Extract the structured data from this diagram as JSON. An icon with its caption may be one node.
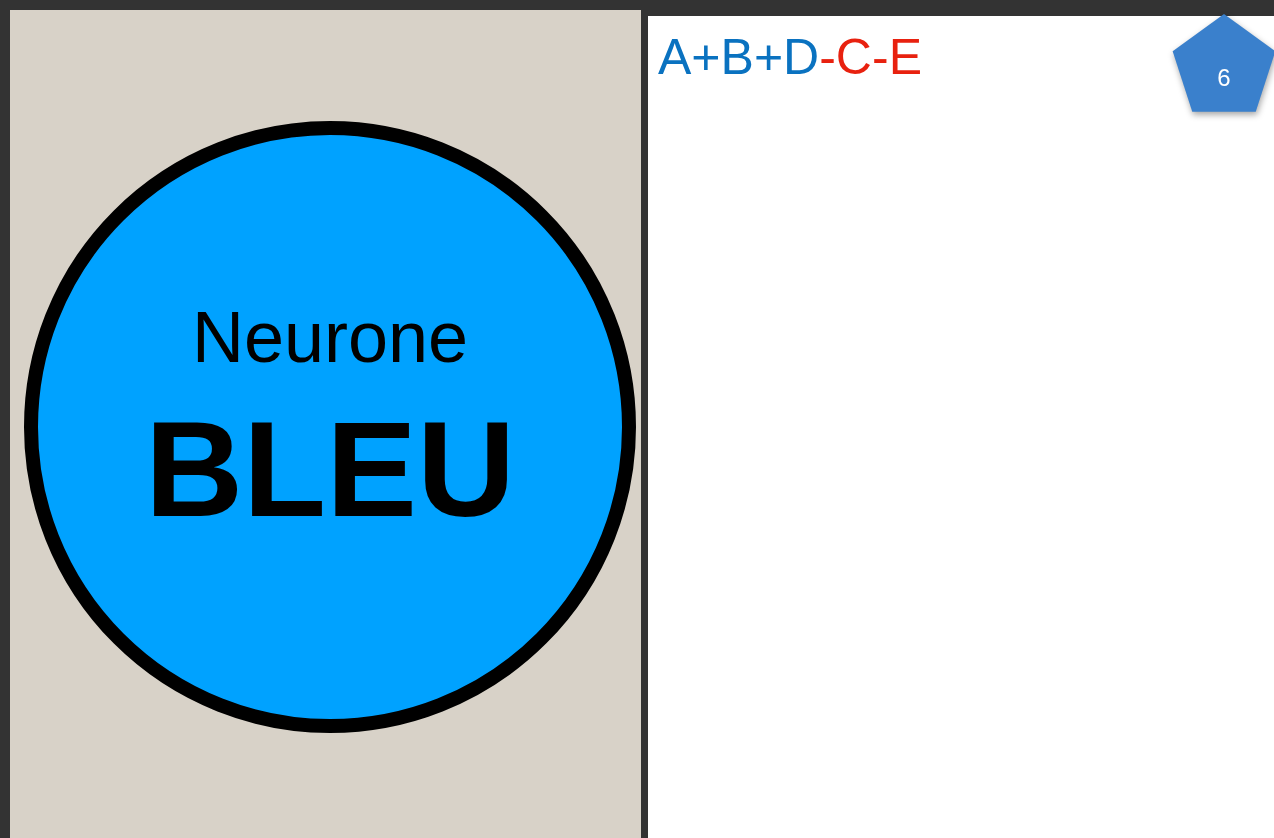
{
  "diagram": {
    "nodes": [
      {
        "text": [],
        "shape": "box"
      },
      {
        "text": [
          "Neurone",
          "BLEU"
        ],
        "in": 0
      },
      {
        "text": [
          "A+B+D",
          "-C-E"
        ]
      },
      {
        "text": [
          "6"
        ],
        "in": 2
      }
    ]
  }
}
